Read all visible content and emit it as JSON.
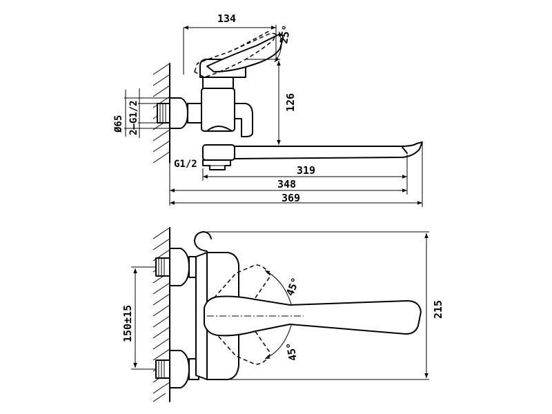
{
  "top_view": {
    "dim_width": "134",
    "dim_angle": "25°",
    "dim_height": "126",
    "dim_diameter": "Ø65",
    "dim_inlet_thread": "2–G1/2",
    "dim_outlet_thread": "G1/2",
    "dim_spout_length": "319",
    "dim_mid_length": "348",
    "dim_total_length": "369"
  },
  "bottom_view": {
    "dim_angle_upper": "45°",
    "dim_angle_lower": "45°",
    "dim_height": "215",
    "dim_center_distance": "150±15"
  }
}
